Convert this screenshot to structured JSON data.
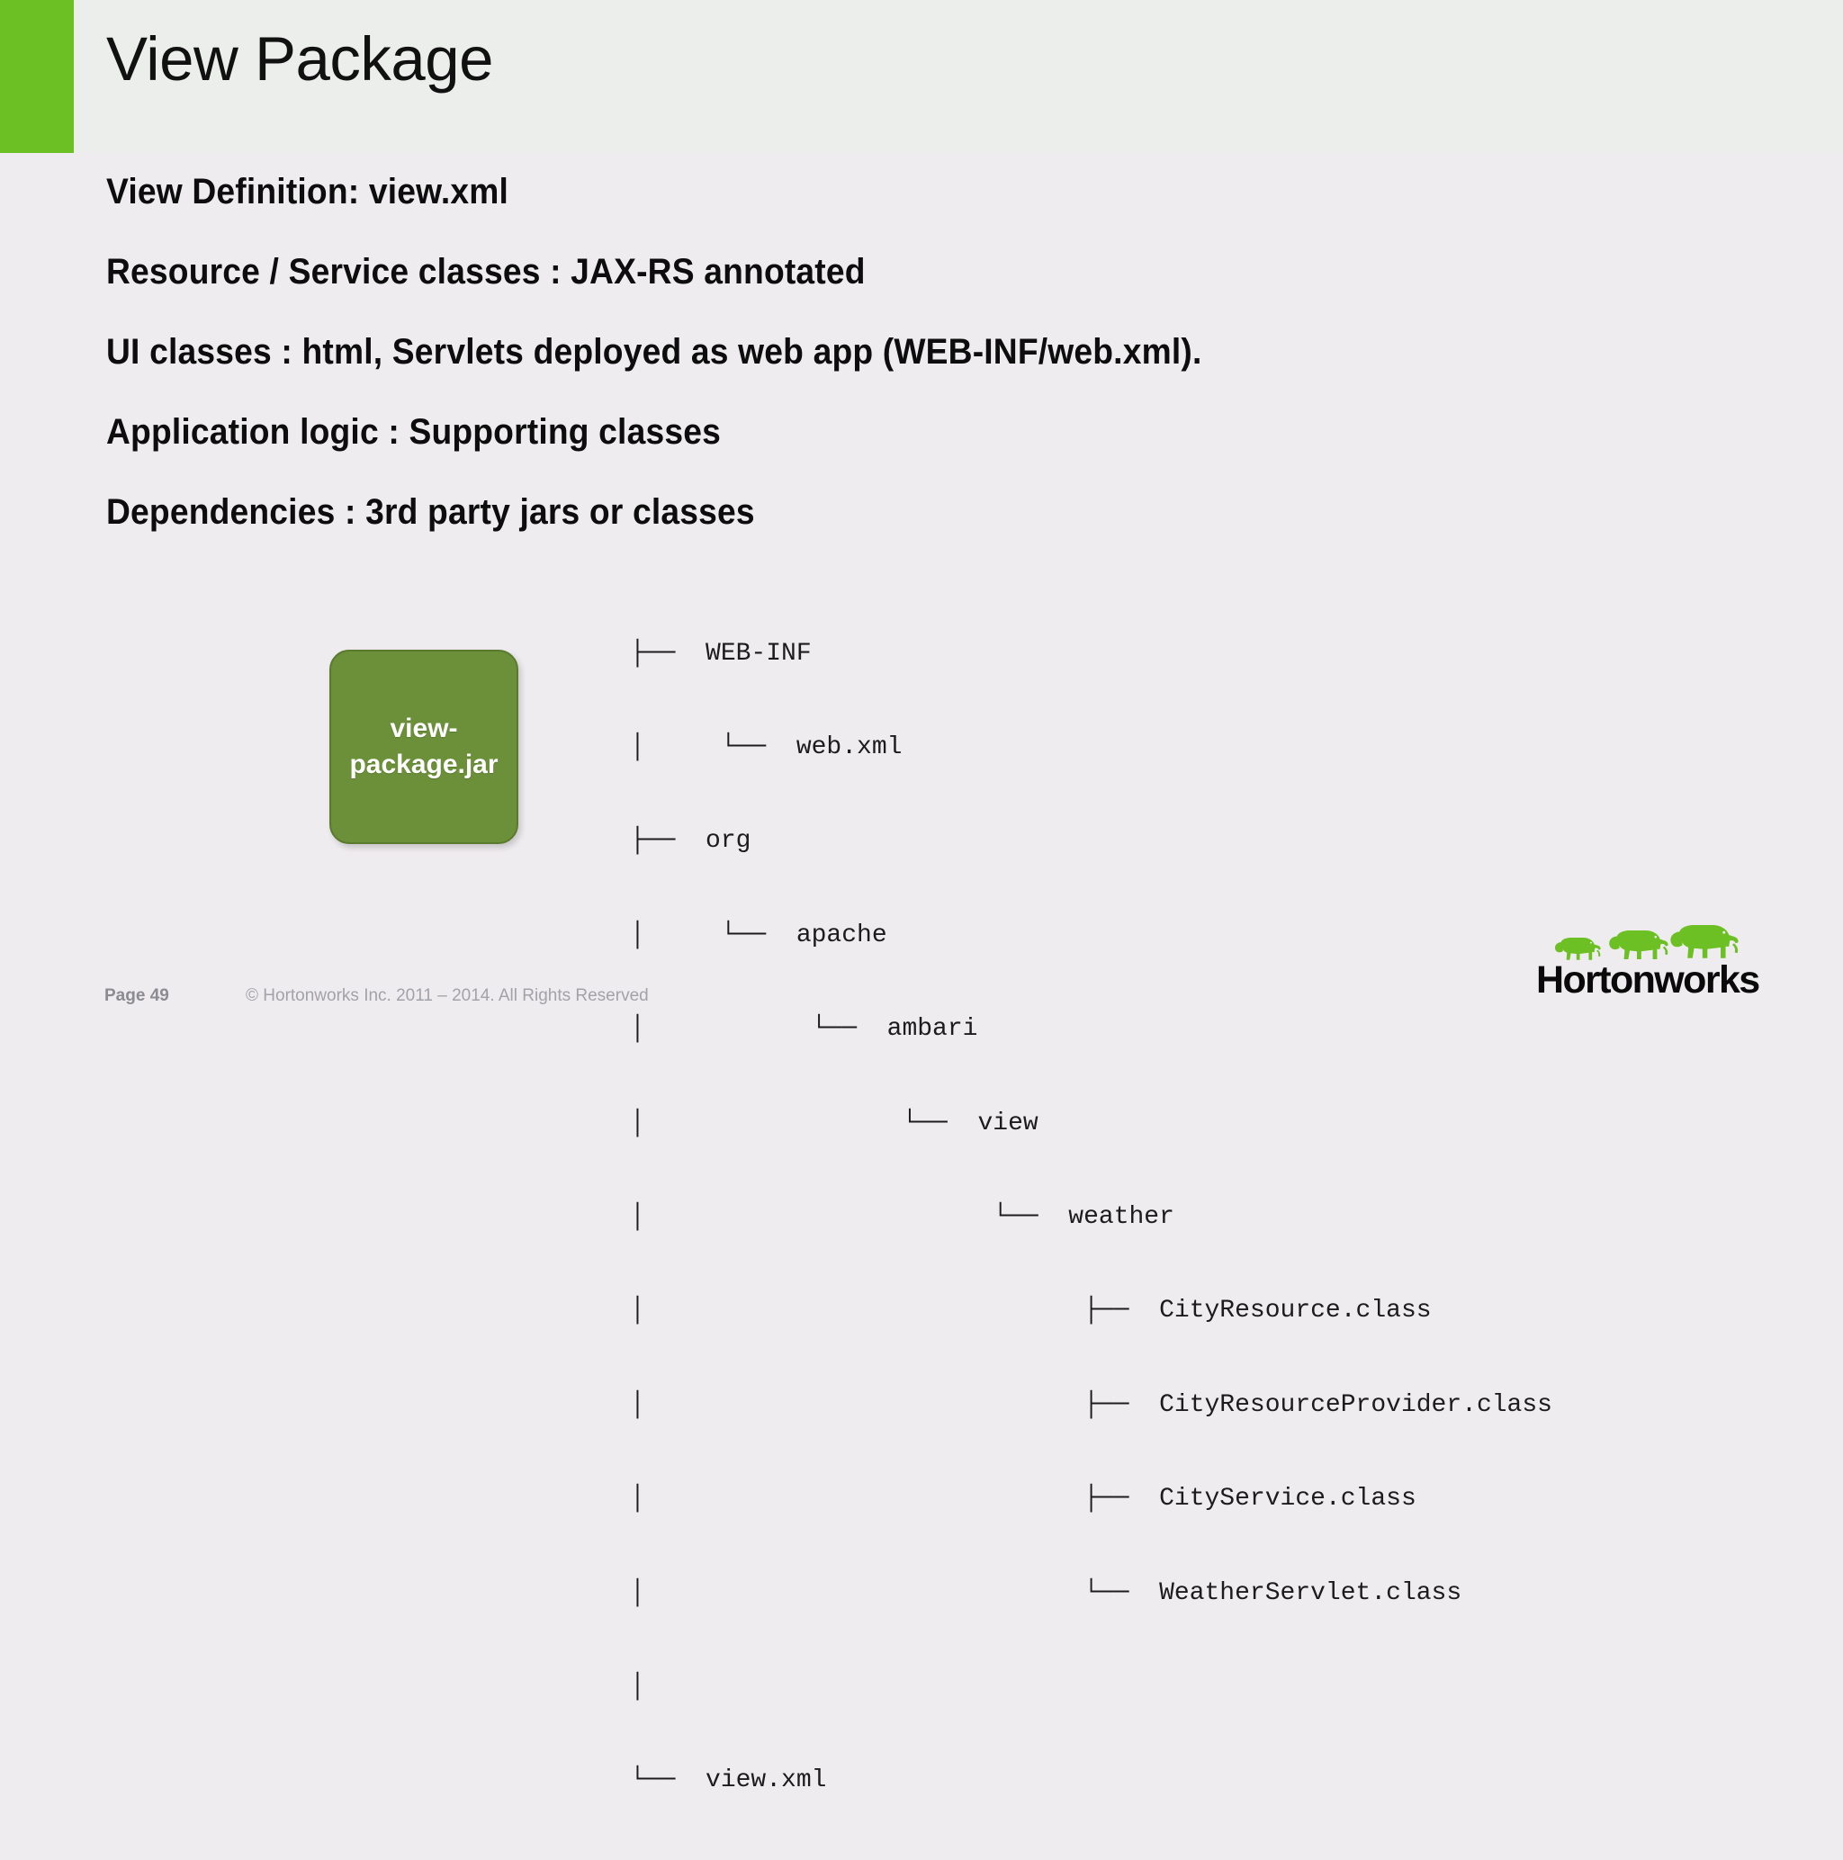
{
  "slide": {
    "title": "View Package",
    "accent_color": "#6cc024",
    "title_band_color": "#eceeec",
    "body_background_color": "#efecef"
  },
  "bullets": [
    {
      "text": "View Definition: view.xml"
    },
    {
      "text": "Resource / Service classes : JAX-RS annotated"
    },
    {
      "text": "UI classes : html, Servlets deployed as web app (WEB-INF/web.xml)."
    },
    {
      "text": "Application logic : Supporting classes"
    },
    {
      "text": "Dependencies : 3rd party jars or classes"
    }
  ],
  "jar_box": {
    "line1": "view-",
    "line2": "package.jar",
    "fill_color": "#6b9039",
    "border_color": "#5a7a2e",
    "text_color": "#ffffff"
  },
  "tree": {
    "lines": [
      "├──  WEB-INF",
      "│     └──  web.xml",
      "├──  org",
      "│     └──  apache",
      "│           └──  ambari",
      "│                 └──  view",
      "│                       └──  weather",
      "│                             ├──  CityResource.class",
      "│                             ├──  CityResourceProvider.class",
      "│                             ├──  CityService.class",
      "│                             └──  WeatherServlet.class",
      "│",
      "└──  view.xml"
    ]
  },
  "footer": {
    "page_label": "Page 49",
    "copyright": "© Hortonworks Inc. 2011 – 2014. All Rights Reserved"
  },
  "logo": {
    "wordmark": "Hortonworks",
    "elephant_color": "#6cc024",
    "wordmark_color": "#0a0a0a",
    "elephant_count": 3
  }
}
